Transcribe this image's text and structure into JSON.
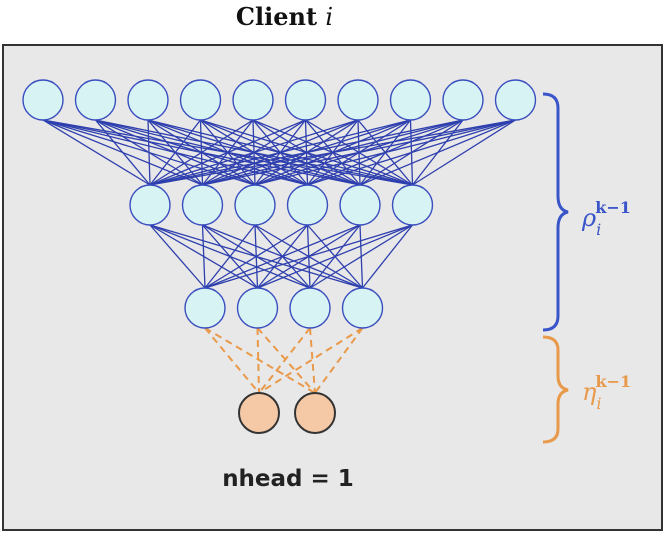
{
  "title": {
    "text": "Client",
    "var": "i"
  },
  "caption": "nhead = 1",
  "layers": [
    {
      "name": "input-layer",
      "count": 10
    },
    {
      "name": "hidden-layer-1",
      "count": 6
    },
    {
      "name": "hidden-layer-2",
      "count": 4
    },
    {
      "name": "head-layer",
      "count": 2
    }
  ],
  "braces": {
    "body": {
      "symbol": "ρ",
      "subscript": "i",
      "superscript": "k−1",
      "color": "#3a55c9"
    },
    "head": {
      "symbol": "η",
      "subscript": "i",
      "superscript": "k−1",
      "color": "#e8994a"
    }
  },
  "colors": {
    "body_node_fill": "#d8f3f3",
    "body_node_stroke": "#3a4fbf",
    "body_edge": "#2e3fae",
    "head_node_fill": "#f5c9a6",
    "head_node_stroke": "#333333",
    "head_edge": "#e8994a",
    "panel_bg": "#e8e8e8"
  }
}
